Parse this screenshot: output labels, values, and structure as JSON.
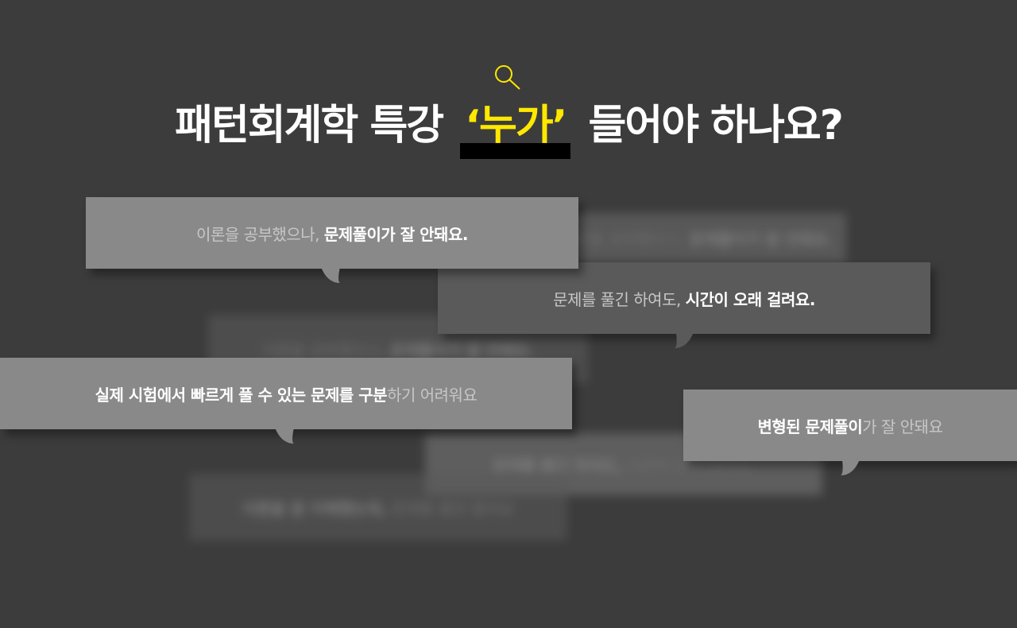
{
  "headline": {
    "part1": "패턴회계학 특강",
    "highlight": "‘누가’",
    "part2": "들어야 하나요?",
    "highlight_color": "#ffe800"
  },
  "bubbles": [
    {
      "light": "이론을 공부했으나,",
      "bold": "문제풀이가 잘 안돼요."
    },
    {
      "light": "문제를 풀긴 하여도,",
      "bold": "시간이 오래 걸려요."
    },
    {
      "bold": "실제 시험에서 빠르게 풀 수 있는 문제를 구분",
      "light": "하기 어려워요"
    },
    {
      "bold": "변형된 문제풀이",
      "light": "가 잘 안돼요"
    }
  ],
  "blurred": [
    {
      "light": "이론을 공부했으나,",
      "bold": "문제풀이가 잘 안돼요."
    },
    {
      "bold": "문제를 풀긴 하여도,",
      "light": "시간이 오래 걸려요."
    },
    {
      "bold": "이론을 잘 이해했는데,",
      "light": "문제를 풀면 틀려요"
    }
  ],
  "icons": {
    "search": "search-icon"
  }
}
